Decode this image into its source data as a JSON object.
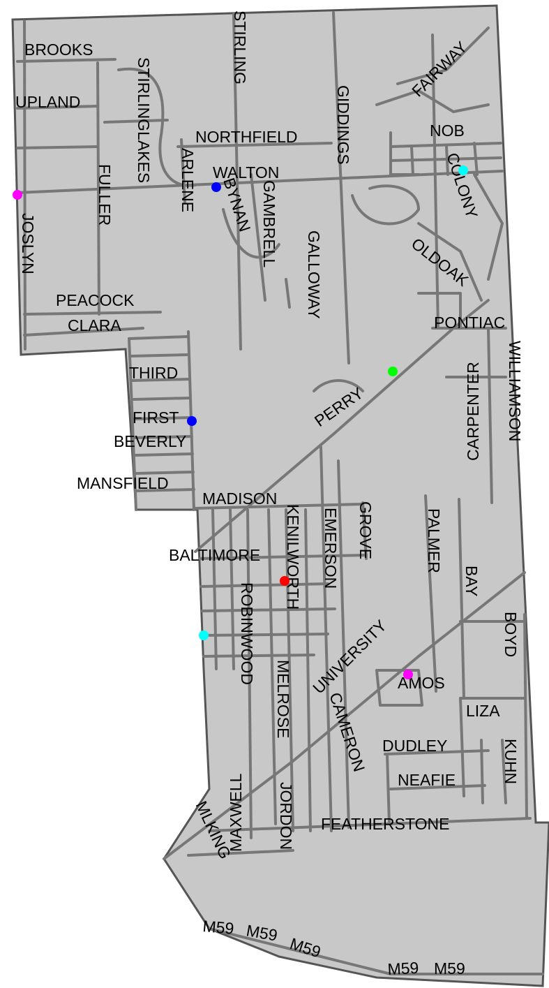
{
  "colors": {
    "background": "#ffffff",
    "land": "#c8c8c8",
    "boundary": "#555555",
    "street": "#777777",
    "label": "#000000"
  },
  "streets": {
    "brooks": "BROOKS",
    "upland": "UPLAND",
    "stirlinglakes": "STIRLINGLAKES",
    "stirling": "STIRLING",
    "northfield": "NORTHFIELD",
    "giddings": "GIDDINGS",
    "fairway": "FAIRWAY",
    "nob": "NOB",
    "colony": "COLONY",
    "walton": "WALTON",
    "arlene": "ARLENE",
    "bynan": "BYNAN",
    "gambrell": "GAMBRELL",
    "galloway": "GALLOWAY",
    "fuller": "FULLER",
    "joslyn": "JOSLYN",
    "oldoak": "OLDOAK",
    "peacock": "PEACOCK",
    "clara": "CLARA",
    "pontiac": "PONTIAC",
    "third": "THIRD",
    "carpenter": "CARPENTER",
    "williamson": "WILLIAMSON",
    "perry": "PERRY",
    "first": "FIRST",
    "beverly": "BEVERLY",
    "mansfield": "MANSFIELD",
    "madison": "MADISON",
    "kenilworth": "KENILWORTH",
    "emerson": "EMERSON",
    "grove": "GROVE",
    "palmer": "PALMER",
    "baltimore": "BALTIMORE",
    "bay": "BAY",
    "robinwood": "ROBINWOOD",
    "university": "UNIVERSITY",
    "boyd": "BOYD",
    "melrose": "MELROSE",
    "amos": "AMOS",
    "cameron": "CAMERON",
    "liza": "LIZA",
    "dudley": "DUDLEY",
    "kuhn": "KUHN",
    "neafie": "NEAFIE",
    "maxwell": "MAXWELL",
    "jordon": "JORDON",
    "featherstone": "FEATHERSTONE",
    "mlking": "MLKING",
    "m59_labels": [
      "M59",
      "M59",
      "M59",
      "M59",
      "M59"
    ]
  },
  "markers": [
    {
      "name": "marker-joslyn-walton",
      "color": "#ff00ff"
    },
    {
      "name": "marker-walton-bynan",
      "color": "#0000ff"
    },
    {
      "name": "marker-colony",
      "color": "#00ffff"
    },
    {
      "name": "marker-perry",
      "color": "#00ff00"
    },
    {
      "name": "marker-first",
      "color": "#0000ff"
    },
    {
      "name": "marker-kenilworth",
      "color": "#ff0000"
    },
    {
      "name": "marker-robinwood-west",
      "color": "#00ffff"
    },
    {
      "name": "marker-amos",
      "color": "#ff00ff"
    }
  ]
}
